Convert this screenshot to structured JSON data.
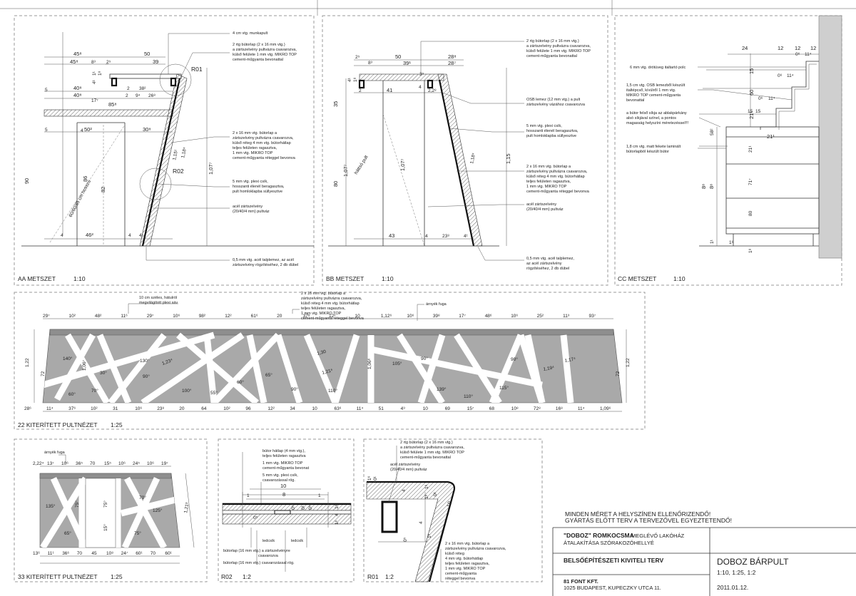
{
  "sections": {
    "aa": {
      "title": "AA METSZET",
      "scale": "1:10",
      "notes": [
        "4 cm vtg. munkapult",
        "2 rtg bútorlap (2 x 16 mm vtg.)",
        "a zártszelvény pultvázra csavarozva,",
        "külső felülete 1 mm vtg. MIKRO TOP",
        "cement-műgyanta bevonattal",
        "2 x 16 mm vtg. bútorlap a",
        "zártszelvény pultvázra csavarozva,",
        "külső réteg 4 mm vtg. bútorhátlap",
        "teljes felületen ragasztva,",
        "1 mm vtg. MIKRO TOP",
        "cement-műgyanta réteggel bevonva",
        "5 mm vtg. plexi csík,",
        "hosszanti élenél beragasztva,",
        "pult homloklapba süllyesztve",
        "acél zártszelvény",
        "(20/40/4 mm) pultváz",
        "0,5 mm vtg. acél talplemez, az acél",
        "zártszelvény rögzítéséhez, 2 db dübel"
      ],
      "dims": [
        "45⁸",
        "50",
        "45⁸",
        "8³",
        "2⁵",
        "39",
        "40⁸",
        "2",
        "38²",
        "40⁸",
        "17⁷",
        "2",
        "9⁴",
        "26⁸",
        "85⁸",
        "50²",
        "30⁸",
        "4",
        "46²",
        "4",
        "4¹",
        "90",
        "86",
        "82",
        "4",
        "5",
        "5",
        "1¹",
        "4¹",
        "1⁸",
        "1,15¹",
        "1,18⁴",
        "1,07⁷"
      ],
      "labels": {
        "r01": "R01",
        "r02": "R02",
        "lean": "60/60/85 cm hosszú"
      }
    },
    "bb": {
      "title": "BB METSZET",
      "scale": "1:10",
      "notes": [
        "2 rtg bútorlap (2 x 16 mm vtg.)",
        "a zártszelvény pultvázra csavarozva,",
        "külső felülete 1 mm vtg. MIKRO TOP",
        "cement-műgyanta bevonattal",
        "OSB lemez (12 mm vtg.) a pult",
        "zártszelvény vázához csavarozva",
        "5 mm vtg. plexi csík,",
        "hosszanti élenél beragasztva,",
        "pult homloklapba süllyesztve",
        "2 x 16 mm vtg. bútorlap a",
        "zártszelvény pultvázra csavarozva,",
        "külső réteg 4 mm vtg. bútorhátlap",
        "teljes felületen ragasztva,",
        "1 mm vtg. MIKRO TOP",
        "cement-műgyanta réteggel bevonva",
        "acél zártszelvény",
        "(20/40/4 mm) pultváz",
        "0,5 mm vtg. acél talplemez,",
        "az acél zártszelvény",
        "rögzítéséhez, 2 db dübel"
      ],
      "dims": [
        "2⁵",
        "8³",
        "50",
        "28⁸",
        "39¹",
        "28⁷",
        "4¹",
        "1⁸",
        "3⁵",
        "2",
        "41",
        "4",
        "2,2⁸",
        "35",
        "80",
        "1,07⁷",
        "1,07⁷",
        "1,15",
        "1,18⁴",
        "43",
        "4",
        "23⁸",
        "4¹"
      ],
      "labels": {
        "lean": "háttsó pult"
      }
    },
    "cc": {
      "title": "CC METSZET",
      "scale": "1:10",
      "notes": [
        "6 mm vtg. drótüveg italtartó polc",
        "1,5 cm vtg. OSB lemezből készült",
        "italtépcső, kívülről 1 mm vtg.",
        "MIKRO TOP cement-műgyanta",
        "bevonattal",
        "a bútor felső síkja az ablakpárkány",
        "alsó síkjával színel, a pontos",
        "magasság helyszíni méretezéssel!!!",
        "1,8 cm vtg. matt fekete laminált",
        "bútorlapból készült bútor"
      ],
      "dims": [
        "24",
        "12",
        "12",
        "12",
        "0⁶",
        "11⁴",
        "0⁶",
        "11⁴",
        "0⁶",
        "11⁴",
        "15",
        "15",
        "15",
        "60",
        "21¹",
        "21¹",
        "21¹",
        "71⁷",
        "80",
        "8⁸",
        "8⁸",
        "1¹",
        "1⁸",
        "58²",
        "1⁸"
      ]
    },
    "k22": {
      "title": "22 KITERÍTETT PULTNÉZET",
      "scale": "1:25",
      "notes": [
        "10 cm széles, hátulról",
        "megvilágított plexi sáv",
        "2 x 16 mm vtg. bútorlap a",
        "zártszelvény pultvázra csavarozva,",
        "külső réteg 4 mm vtg. bútorhátlap",
        "teljes felületen ragasztva,",
        "1 mm vtg. MIKRO TOP",
        "cement-műgyanta réteggel bevonva",
        "árnyék fuga"
      ],
      "top_dims": [
        "29⁷",
        "10²",
        "48²",
        "11⁶",
        "29⁷",
        "10⁶",
        "98²",
        "12²",
        "61⁶",
        "20",
        "37⁸",
        "12²",
        "10",
        "1,12⁶",
        "10⁶",
        "39⁸",
        "17⁷",
        "48⁶",
        "10⁶",
        "25²",
        "11³",
        "93⁷"
      ],
      "bottom_dims": [
        "28⁶",
        "11⁴",
        "37⁶",
        "10²",
        "31",
        "10⁶",
        "23⁸",
        "20",
        "64",
        "10²",
        "96",
        "12²",
        "34",
        "10",
        "63⁶",
        "11⁴",
        "51",
        "4⁹",
        "10",
        "69",
        "15⁷",
        "68",
        "10⁸",
        "72⁸",
        "16⁸",
        "11⁴",
        "1,09⁶"
      ],
      "inner": [
        "140°",
        "130°",
        "1,23⁴",
        "90°",
        "30°",
        "70°",
        "60°",
        "100°",
        "55°",
        "60°",
        "65°",
        "1,30",
        "1,21⁶",
        "90°",
        "110°",
        "105°",
        "90°",
        "139°",
        "110°",
        "115°",
        "90°",
        "1,19⁴",
        "1,17⁴",
        "1,06⁶",
        "1,06⁷",
        "1,22",
        "1,22",
        "72",
        "72"
      ]
    },
    "k33": {
      "title": "33 KITERÍTETT PULTNÉZET",
      "scale": "1:25",
      "notes": [
        "árnyék fuga"
      ],
      "top_dims": [
        "2,22⁴",
        "13⁷",
        "10⁶",
        "36⁵",
        "70",
        "15⁵",
        "10⁶",
        "24⁵",
        "10⁶",
        "19⁷"
      ],
      "bottom_dims": [
        "13⁶",
        "11¹",
        "36⁶",
        "70",
        "45",
        "10⁸",
        "24⁷",
        "60¹",
        "70",
        "60¹"
      ],
      "inner": [
        "135°",
        "75°",
        "65°",
        "75°",
        "15°",
        "125°",
        "70°",
        "75°",
        "1,21³"
      ]
    },
    "r02": {
      "title": "R02",
      "scale": "1:2",
      "notes": [
        "bútor hátlap (4 mm vtg.),",
        "teljes felületen ragasztva",
        "1 mm vtg. MIKRO TOP",
        "cement-műgyanta bevonat",
        "5 mm vtg. plexi csík,",
        "csavarozással rög.",
        "ledcsík",
        "ledcsík",
        "bútorlap (16 mm vtg.) a zártszelvényre",
        "csavarozva",
        "bútorlap (16 mm vtg.) csavarozással rög."
      ],
      "dims": [
        "10",
        "8",
        "1",
        "1",
        "0⁵",
        "0⁵",
        "0¹",
        "0⁵",
        "1⁶",
        "4",
        "1⁶"
      ]
    },
    "r01": {
      "title": "R01",
      "scale": "1:2",
      "notes": [
        "2 rtg bútorlap (2 x 16 mm vtg.)",
        "a zártszelvény pultvázra csavarozva,",
        "külső felülete 1 mm vtg. MIKRO TOP",
        "cement-műgyanta bevonattal",
        "acél zártszelvény",
        "(20/40/4 mm) pultváz",
        "2 x 16 mm vtg. bútorlap a",
        "zártszelvény pultvázra csavarozva,",
        "külső réteg",
        "4 mm vtg. bútorhátlap",
        "teljes felületen ragasztva,",
        "1 mm vtg. MIKRO TOP",
        "cement-műgyanta",
        "réteggel bevonva"
      ],
      "dims": [
        "4",
        "4",
        "10",
        "1⁶",
        "1⁶",
        "0¹",
        "1⁶",
        "0¹",
        "1⁶",
        "0⁵"
      ]
    }
  },
  "titleblock": {
    "warning1": "MINDEN MÉRET A HELYSZÍNEN ELLENŐRIZENDŐ!",
    "warning2": "GYÁRTÁS ELŐTT TERV A TERVEZŐVEL EGYEZTETENDŐ!",
    "project_name": "\"DOBOZ\" ROMKOCSMA",
    "project_desc1": "MEGLÉVŐ LAKÓHÁZ",
    "project_desc2": "ÁTALAKÍTÁSA SZÓRAKOZÓHELLYÉ",
    "plan_type": "BELSŐÉPÍTÉSZETI KIVITELI TERV",
    "drawing_title": "DOBOZ BÁRPULT",
    "scales": "1:10, 1:25, 1:2",
    "company": "81 FONT KFT.",
    "address": "1025 BUDAPEST, KUPECZKY UTCA 11.",
    "date": "2011.01.12."
  },
  "colors": {
    "panel_fill": "#a9a9a9",
    "line": "#333333",
    "frame": "#9a9a9a"
  }
}
